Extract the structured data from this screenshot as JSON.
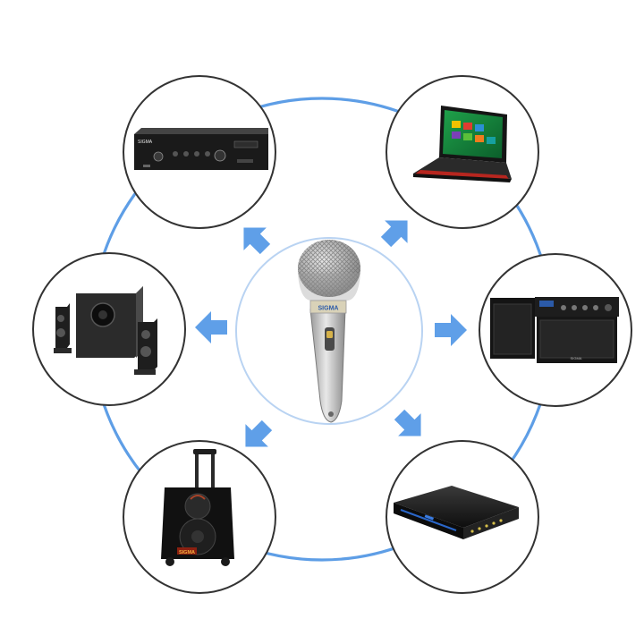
{
  "diagram": {
    "center_device": "microphone",
    "connected_devices": [
      "amplifier",
      "laptop",
      "speaker-cabinet-with-amplifier",
      "dvd-player",
      "trolley-speaker",
      "subwoofer-speaker-system"
    ],
    "colors": {
      "ring": "#5e9ee6",
      "arrow": "#5f9fe8",
      "circle_border": "#333333",
      "center_border": "#b9d3f2"
    }
  },
  "labels": {
    "mic_brand": "SIGMA",
    "amp_brand": "SIGMA",
    "trolley_brand": "SIGMA",
    "cabinet_tag": "SIGMA"
  }
}
